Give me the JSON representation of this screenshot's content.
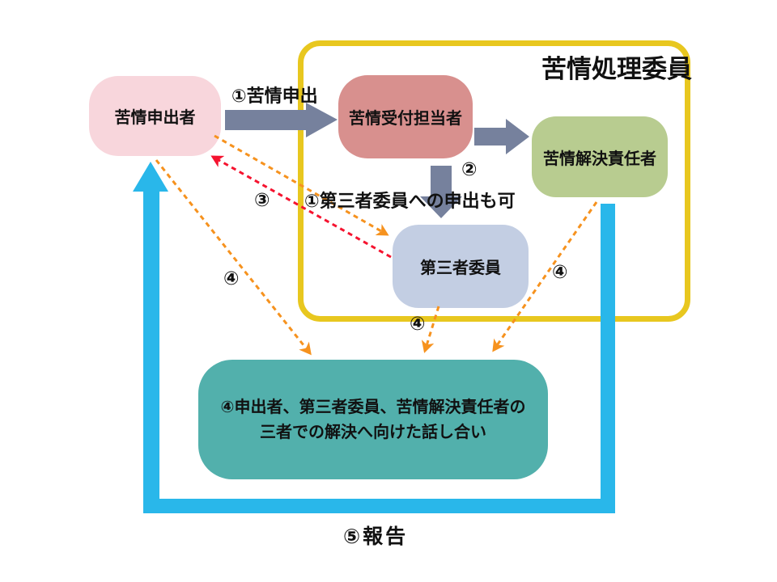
{
  "title": "苦情処理委員",
  "nodes": {
    "applicant": {
      "label": "苦情申出者"
    },
    "reception": {
      "label": "苦情受付担当者"
    },
    "resolver": {
      "label": "苦情解決責任者"
    },
    "third_party": {
      "label": "第三者委員"
    },
    "meeting": {
      "line1": "④申出者、第三者委員、苦情解決責任者の",
      "line2": "三者での解決へ向けた話し合い"
    }
  },
  "labels": {
    "step1": "①苦情申出",
    "step1_alt": "①第三者委員への申出も可",
    "step2": "②",
    "step3": "③",
    "step4_applicant": "④",
    "step4_third_party": "④",
    "step4_resolver": "④",
    "step5": "⑤報告"
  },
  "colors": {
    "applicant_box": "#f8d6dc",
    "reception_box": "#d8908e",
    "resolver_box": "#b8cc90",
    "third_party_box": "#c3cee3",
    "meeting_box": "#52b0ac",
    "committee_border": "#e8c71f",
    "gray_arrow": "#76819d",
    "report_arrow": "#29b7ea",
    "orange_dashed": "#f6921e",
    "red_dashed": "#f5132f"
  }
}
